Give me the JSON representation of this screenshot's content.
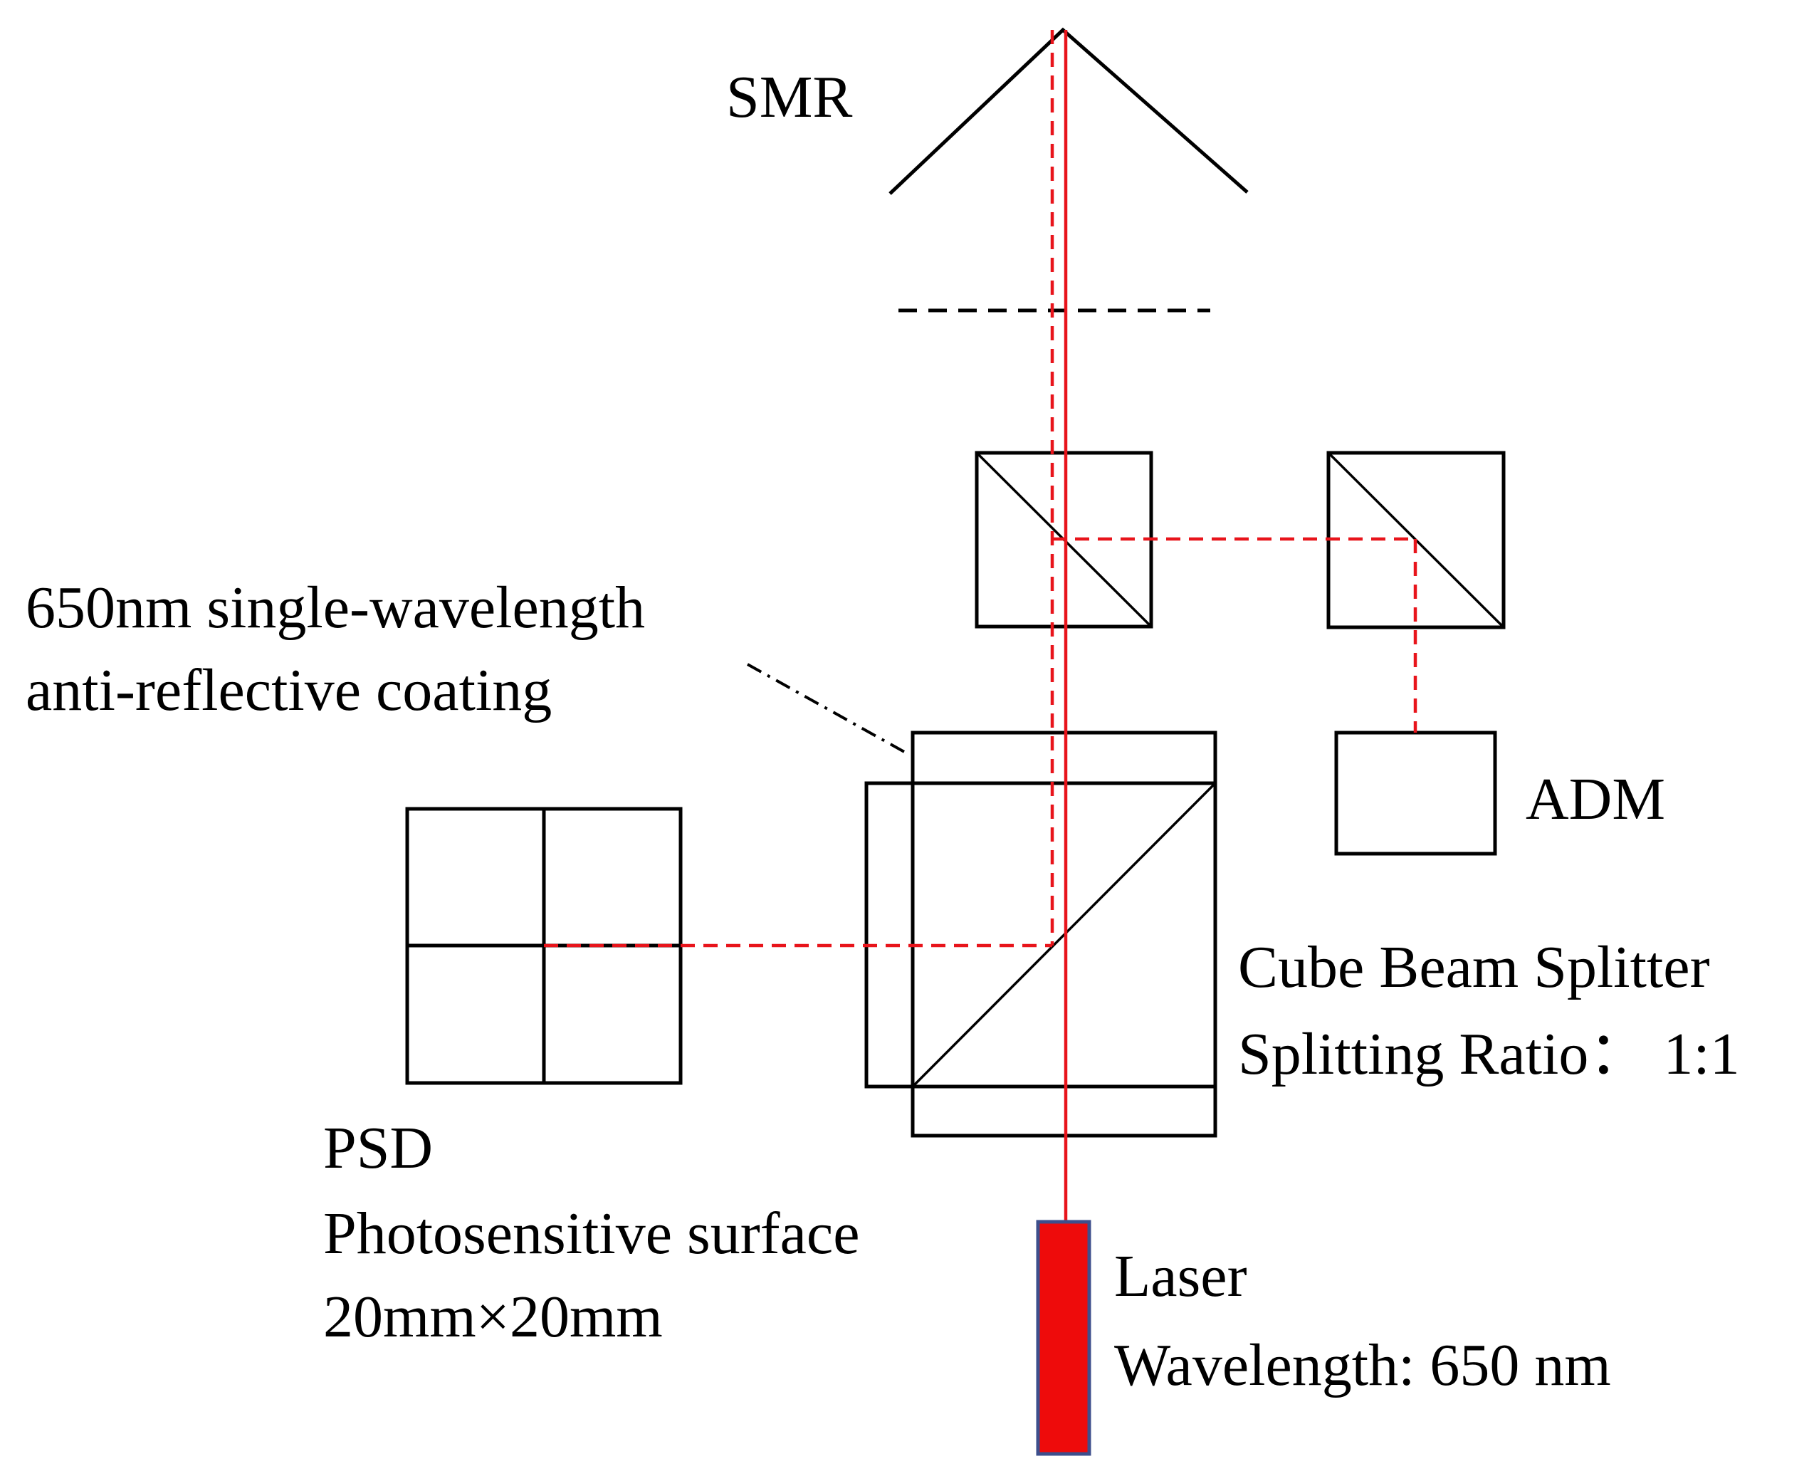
{
  "labels": {
    "smr": "SMR",
    "coating_line1": "650nm single-wavelength",
    "coating_line2": "anti-reflective coating",
    "adm": "ADM",
    "splitter_line1": "Cube Beam Splitter",
    "splitter_line2": "Splitting Ratio： 1:1",
    "psd_line1": "PSD",
    "psd_line2": "Photosensitive surface",
    "psd_line3": "20mm×20mm",
    "laser_line1": "Laser",
    "laser_line2": "Wavelength: 650 nm"
  },
  "colors": {
    "beam": "#e8141b",
    "laser_fill": "#ee0b0b",
    "laser_border": "#3d4f8c",
    "outline": "#000000"
  }
}
